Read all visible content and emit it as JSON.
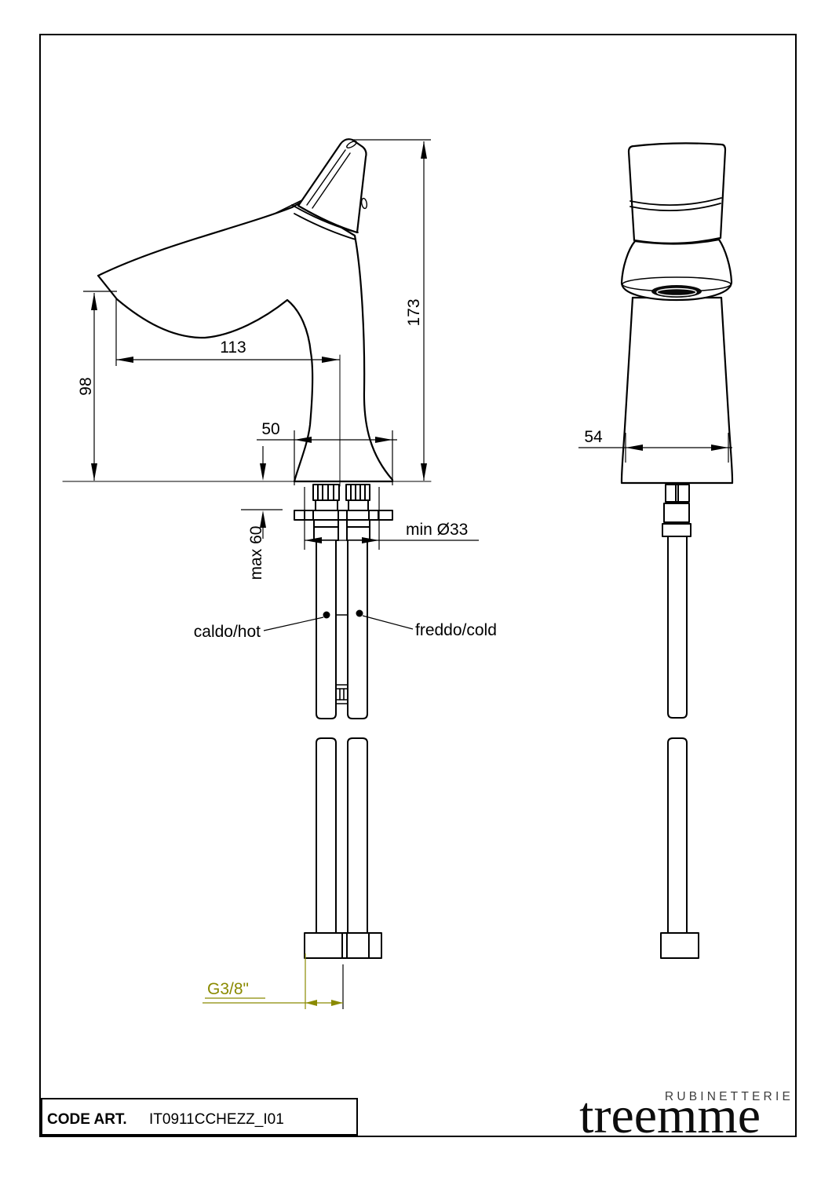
{
  "colors": {
    "ink": "#000000",
    "paper": "#ffffff",
    "accent": "#8a8a00",
    "logo_gray": "#3d3d3d"
  },
  "dimensions": {
    "total_height": "173",
    "spout_reach": "113",
    "spout_height": "98",
    "base_depth": "50",
    "base_width_front": "54",
    "max_deck_thickness": "max 60",
    "min_hole_diameter": "min Ø33",
    "supply_thread": "G3/8\""
  },
  "supply_labels": {
    "hot": "caldo/hot",
    "cold": "freddo/cold"
  },
  "title_block": {
    "code_label": "CODE ART.",
    "code_value": "IT0911CCHEZZ_I01"
  },
  "logo": {
    "line1": "RUBINETTERIE",
    "line2": "treemme"
  }
}
